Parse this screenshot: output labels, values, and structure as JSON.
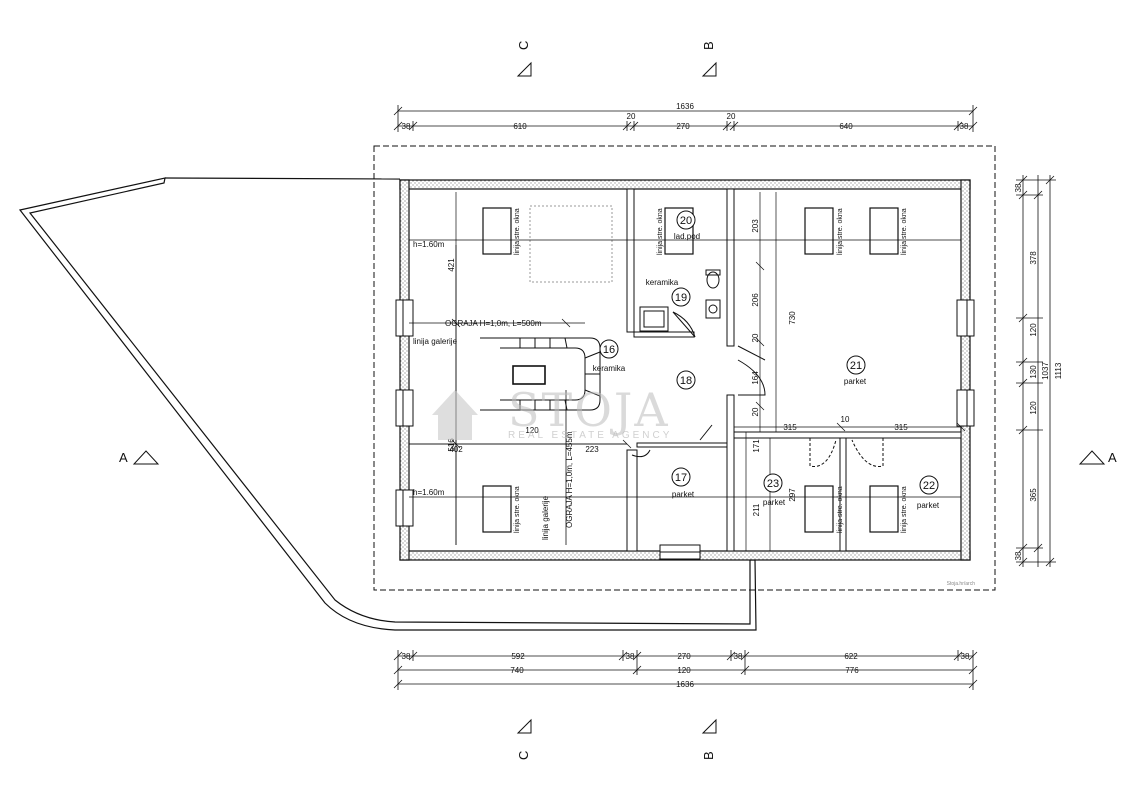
{
  "sections": {
    "c_label": "C",
    "b_label": "B",
    "a_label": "A"
  },
  "dims_top": {
    "total": "1636",
    "end_left": "38",
    "seg1": "610",
    "gap1": "20",
    "seg2": "270",
    "gap2": "20",
    "seg3": "640",
    "end_right": "38"
  },
  "dims_bottom": {
    "end_left": "38",
    "seg1": "592",
    "end_mid1": "38",
    "seg2": "270",
    "end_mid2": "38",
    "seg3": "622",
    "end_right": "38",
    "sub1": "740",
    "sub2": "120",
    "sub3": "776",
    "total": "1636"
  },
  "dims_right": {
    "top_end": "38",
    "seg1": "378",
    "seg2": "120",
    "seg3": "130",
    "seg4": "120",
    "seg5": "365",
    "bottom_end": "38",
    "sub": "1037",
    "total": "1113"
  },
  "dims_interior": {
    "d421": "421",
    "d516": "516",
    "d402": "402",
    "d120": "120",
    "d223": "223",
    "d203": "203",
    "d206": "206",
    "d20a": "20",
    "d164": "164",
    "d20b": "20",
    "d730": "730",
    "d315a": "315",
    "d10": "10",
    "d315b": "315",
    "d211": "211",
    "d297": "297",
    "d171": "171"
  },
  "rooms": [
    {
      "num": "16",
      "name": "keramika"
    },
    {
      "num": "17",
      "name": "parket"
    },
    {
      "num": "18",
      "name": ""
    },
    {
      "num": "19",
      "name": "keramika"
    },
    {
      "num": "20",
      "name": "lad.pod"
    },
    {
      "num": "21",
      "name": "parket"
    },
    {
      "num": "22",
      "name": "parket"
    },
    {
      "num": "23",
      "name": "parket"
    }
  ],
  "annotations": {
    "h_top": "h=1.60m",
    "h_bottom": "h=1.60m",
    "ograja_h": "OGRAJA H=1,0m, L=500m",
    "ograja_v": "OGRAJA H=1,0m, L=455m",
    "linija_galerije_1": "linija galerije",
    "linija_galerije_2": "linija galerije",
    "window_label": "linija stre. okna"
  },
  "watermark": {
    "name": "STOJA",
    "tagline": "REAL ESTATE AGENCY"
  },
  "footer_note": "Stoja.hr/arch"
}
